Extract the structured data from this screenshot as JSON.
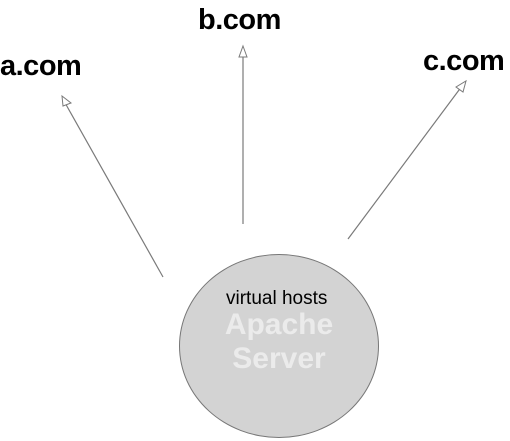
{
  "diagram": {
    "targets": [
      {
        "id": "a",
        "label": "a.com"
      },
      {
        "id": "b",
        "label": "b.com"
      },
      {
        "id": "c",
        "label": "c.com"
      }
    ],
    "server": {
      "subtitle": "virtual hosts",
      "name_line1": "Apache",
      "name_line2": "Server"
    },
    "colors": {
      "arrow": "#7a7a7a",
      "server_fill": "#d3d3d3",
      "server_text": "#ebebeb"
    }
  }
}
